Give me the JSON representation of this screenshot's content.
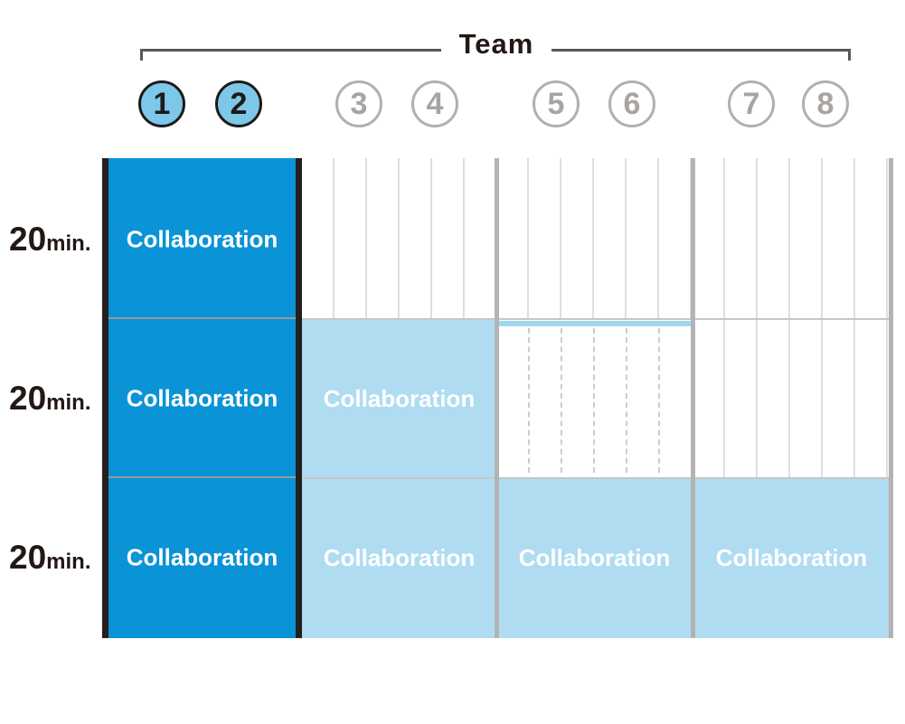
{
  "diagram": {
    "team_label": "Team",
    "members": [
      {
        "number": "1",
        "highlighted": true
      },
      {
        "number": "2",
        "highlighted": true
      },
      {
        "number": "3",
        "highlighted": false
      },
      {
        "number": "4",
        "highlighted": false
      },
      {
        "number": "5",
        "highlighted": false
      },
      {
        "number": "6",
        "highlighted": false
      },
      {
        "number": "7",
        "highlighted": false
      },
      {
        "number": "8",
        "highlighted": false
      }
    ],
    "time_slots": [
      {
        "value": "20",
        "unit": "min."
      },
      {
        "value": "20",
        "unit": "min."
      },
      {
        "value": "20",
        "unit": "min."
      }
    ],
    "blocks": [
      {
        "label": "Collaboration",
        "members": "1-2",
        "slot": 1,
        "emphasis": "strong"
      },
      {
        "label": "Collaboration",
        "members": "1-2",
        "slot": 2,
        "emphasis": "strong"
      },
      {
        "label": "Collaboration",
        "members": "1-2",
        "slot": 3,
        "emphasis": "strong"
      },
      {
        "label": "Collaboration",
        "members": "3-4",
        "slot": 2,
        "emphasis": "light"
      },
      {
        "label": "Collaboration",
        "members": "3-4",
        "slot": 3,
        "emphasis": "light"
      },
      {
        "label": "Collaboration",
        "members": "5-6",
        "slot": 3,
        "emphasis": "light"
      },
      {
        "label": "Collaboration",
        "members": "7-8",
        "slot": 3,
        "emphasis": "light"
      }
    ],
    "colors": {
      "strong_block": "#0a93d6",
      "light_block": "#b0dcf2",
      "member_circle": "#7dc8e9",
      "strip": "#a2d6ef",
      "separator_gray": "#b3b3b3",
      "bracket_gray": "#595757",
      "text_dark": "#231815"
    }
  }
}
